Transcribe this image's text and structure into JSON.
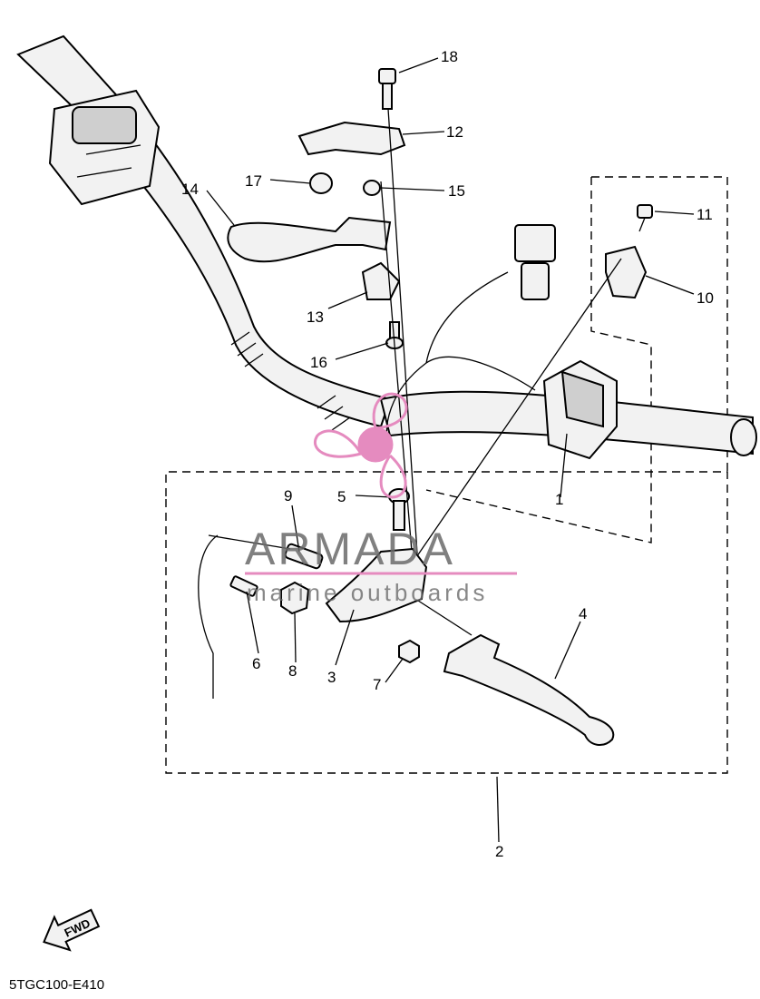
{
  "diagram": {
    "code": "5TGC100-E410",
    "fwd_label": "FWD",
    "callouts": [
      "1",
      "2",
      "3",
      "4",
      "5",
      "6",
      "7",
      "8",
      "9",
      "10",
      "11",
      "12",
      "13",
      "14",
      "15",
      "16",
      "17",
      "18"
    ]
  },
  "watermark": {
    "brand": "ARMADA",
    "sub": "marine outboards",
    "color": "#e58bbf"
  }
}
